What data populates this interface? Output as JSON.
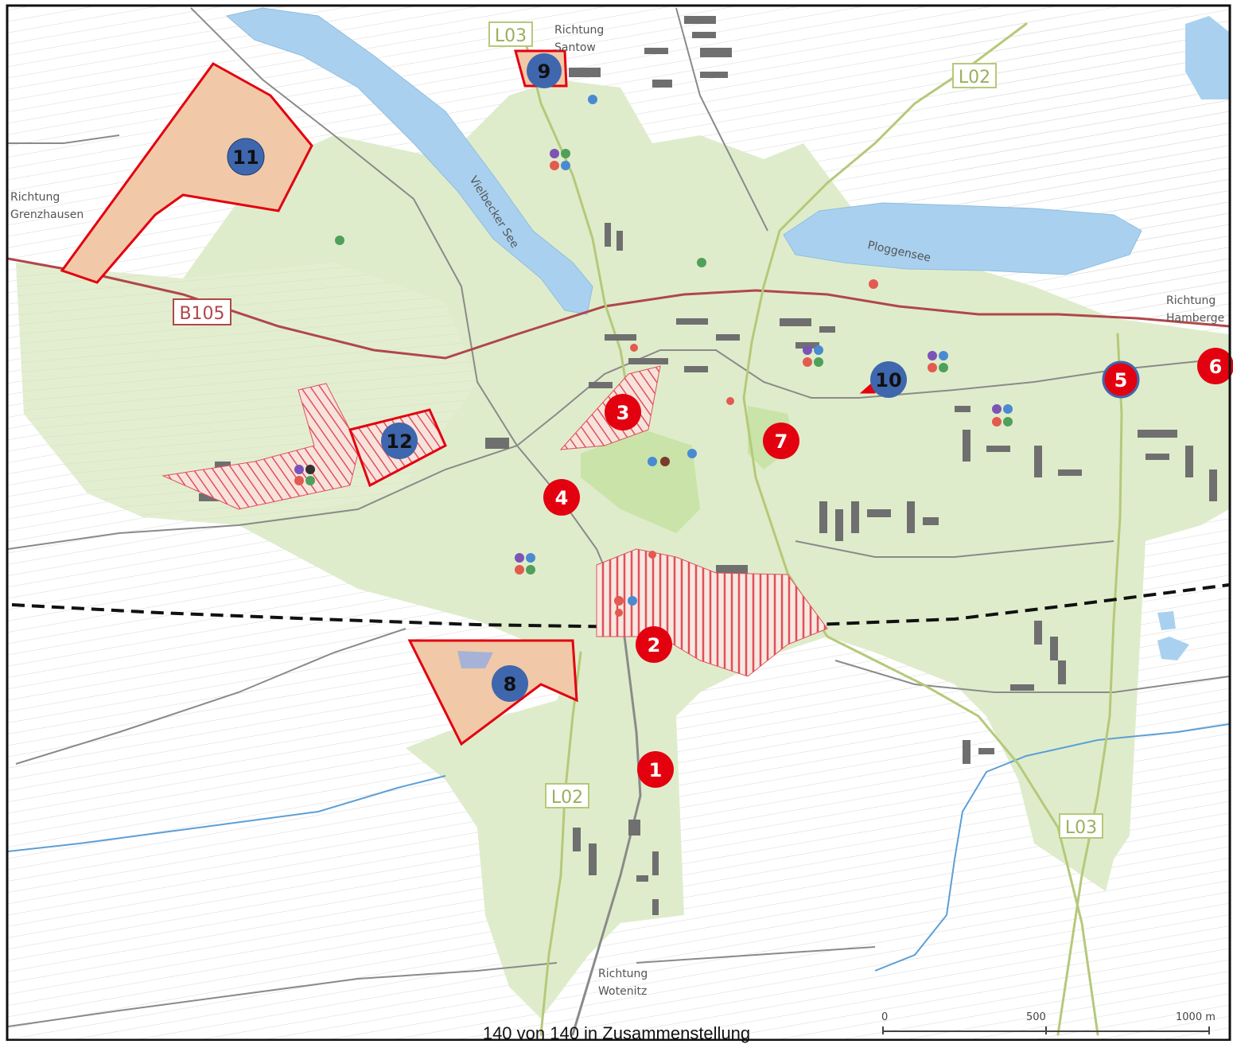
{
  "map": {
    "road_labels": [
      {
        "id": "l03-north",
        "text": "L03"
      },
      {
        "id": "l02-east",
        "text": "L02"
      },
      {
        "id": "b105",
        "text": "B105"
      },
      {
        "id": "l02-south",
        "text": "L02"
      },
      {
        "id": "l03-south",
        "text": "L03"
      }
    ],
    "places": {
      "santow": [
        "Richtung",
        "Santow"
      ],
      "grenzhausen": [
        "Richtung",
        "Grenzhausen"
      ],
      "hamberge": [
        "Richtung",
        "Hamberge"
      ],
      "wotenitz": [
        "Richtung",
        "Wotenitz"
      ]
    },
    "lakes": {
      "vielbeck": "Vielbecker See",
      "ploggen": "Ploggensee"
    },
    "markers_red": [
      {
        "id": "m1",
        "label": "1"
      },
      {
        "id": "m2",
        "label": "2"
      },
      {
        "id": "m3",
        "label": "3"
      },
      {
        "id": "m4",
        "label": "4"
      },
      {
        "id": "m5",
        "label": "5"
      },
      {
        "id": "m6",
        "label": "6"
      },
      {
        "id": "m7",
        "label": "7"
      }
    ],
    "markers_blue": [
      {
        "id": "m8",
        "label": "8"
      },
      {
        "id": "m9",
        "label": "9"
      },
      {
        "id": "m10",
        "label": "10"
      },
      {
        "id": "m11",
        "label": "11"
      },
      {
        "id": "m12",
        "label": "12"
      }
    ],
    "scale": {
      "zero": "0",
      "mid": "500",
      "end": "1000 m"
    },
    "colors": {
      "settlement": "#dfeccb",
      "park": "#cfe6b2",
      "water": "#a9d1ef",
      "river": "#5c9fd6",
      "road_red": "#b0474a",
      "road_green": "#b5c97a",
      "marker_red": "#e3000f",
      "marker_blue": "#3f67ad",
      "area_outline": "#e3000f",
      "area_fill": "#f2c9a8",
      "building": "#6f6f6f"
    }
  },
  "footer": {
    "text": "140 von 140 in Zusammenstellung"
  }
}
